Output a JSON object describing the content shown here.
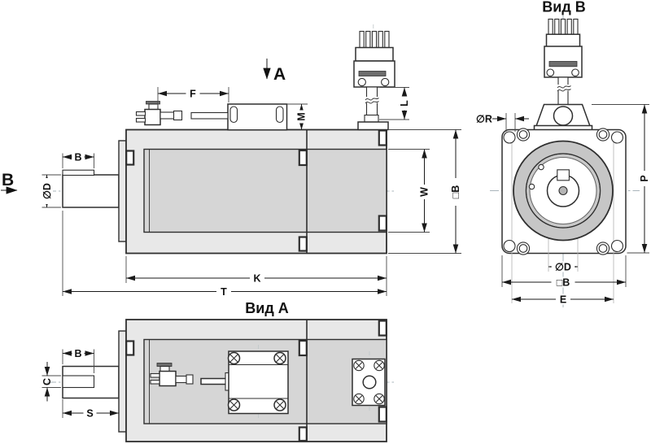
{
  "drawing": {
    "type": "technical-drawing",
    "subject": "servo motor outline dimensional drawing, three orthographic views",
    "titles": {
      "view_a": "Вид A",
      "view_b": "Вид B"
    },
    "view_markers": {
      "a": "A",
      "b": "B"
    },
    "dims": {
      "side": {
        "f": "F",
        "m": "M",
        "l": "L",
        "key_length": "B",
        "shaft_dia": "∅D",
        "w": "W",
        "frame_size": "□B",
        "k": "K",
        "t": "T"
      },
      "front": {
        "hole_dia": "∅R",
        "p": "P",
        "shaft_dia": "∅D",
        "frame_size": "□B",
        "e": "E"
      },
      "bottom": {
        "key_length": "B",
        "key_width": "C",
        "s": "S"
      }
    },
    "colors": {
      "outline": "#2f2f2f",
      "body_fill": "#e8e8e8",
      "inner_fill": "#d6d6d6",
      "boss_fill": "#c6c6c6",
      "centerline": "#a9b4bb",
      "background": "#ffffff"
    }
  }
}
